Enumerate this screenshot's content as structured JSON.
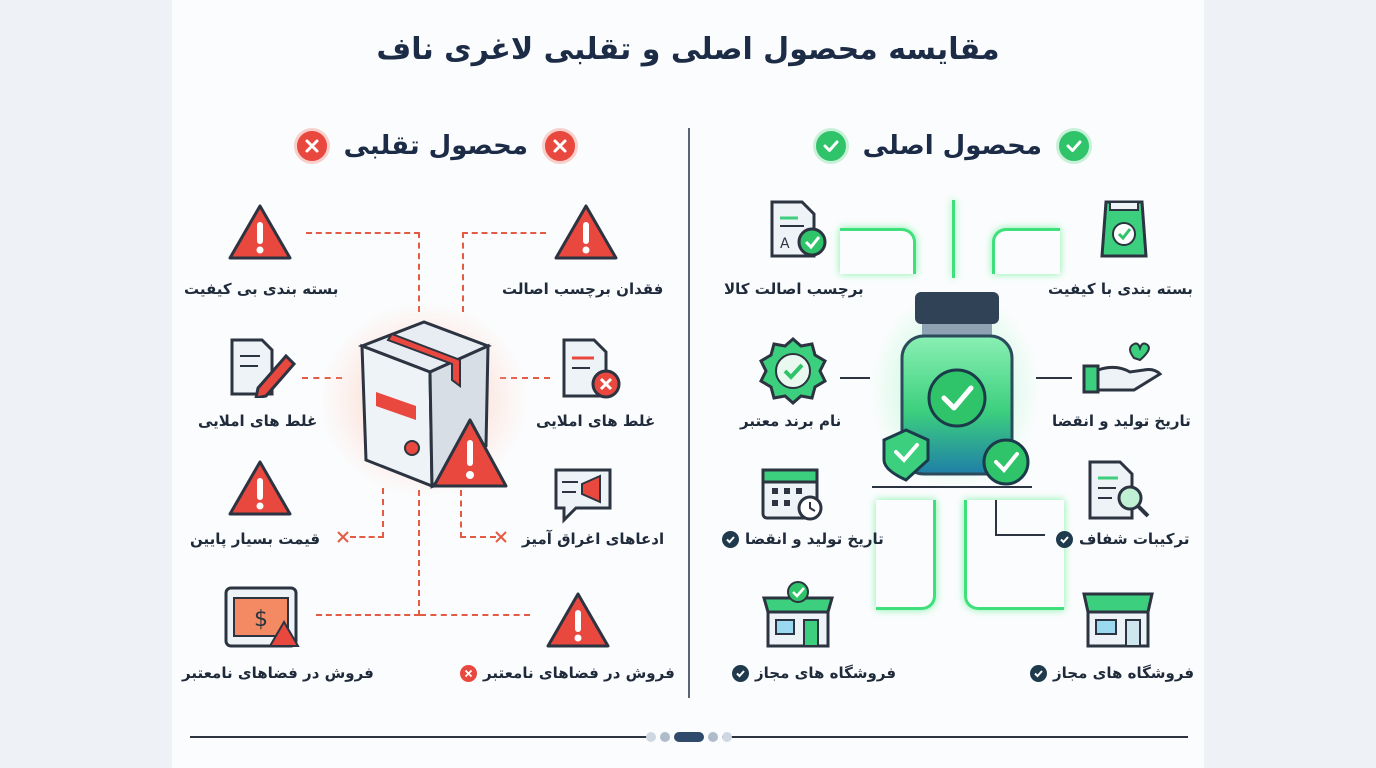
{
  "title": "مقایسه محصول اصلی و تقلبی لاغری ناف",
  "colors": {
    "genuine_accent": "#2fc46a",
    "fake_accent": "#e9483f",
    "text": "#1c2c46"
  },
  "genuine": {
    "heading": "محصول اصلی",
    "items": {
      "label_right": "برچسب اصالت کالا",
      "packaging": "بسته بندی با کیفیت",
      "brand_name": "نام برند معتبر",
      "production_date_right": "تاریخ تولید و انقضا",
      "production_date_left": "تاریخ تولید و انقضا",
      "transparent_ingredients": "ترکیبات شفاف",
      "store_left": "فروشگاه های مجاز",
      "store_right": "فروشگاه های مجاز"
    }
  },
  "fake": {
    "heading": "محصول تقلبی",
    "items": {
      "poor_packaging": "بسته بندی بی کیفیت",
      "no_label": "فقدان برچسب اصالت",
      "typos_left": "غلط های املایی",
      "typos_right": "غلط های املایی",
      "low_price": "قیمت بسیار پایین",
      "exaggerated_claims": "ادعاهای اغراق آمیز",
      "invalid_sale_left": "فروش در فضاهای نامعتبر",
      "invalid_sale_right": "فروش در فضاهای نامعتبر"
    }
  },
  "icons": [
    "check-icon",
    "close-icon",
    "warning-icon",
    "document-icon",
    "bag-icon",
    "badge-icon",
    "hand-heart-icon",
    "calendar-icon",
    "search-document-icon",
    "store-icon",
    "bottle-icon",
    "shield-icon",
    "box-icon",
    "pencil-icon",
    "megaphone-icon",
    "price-tag-icon"
  ]
}
